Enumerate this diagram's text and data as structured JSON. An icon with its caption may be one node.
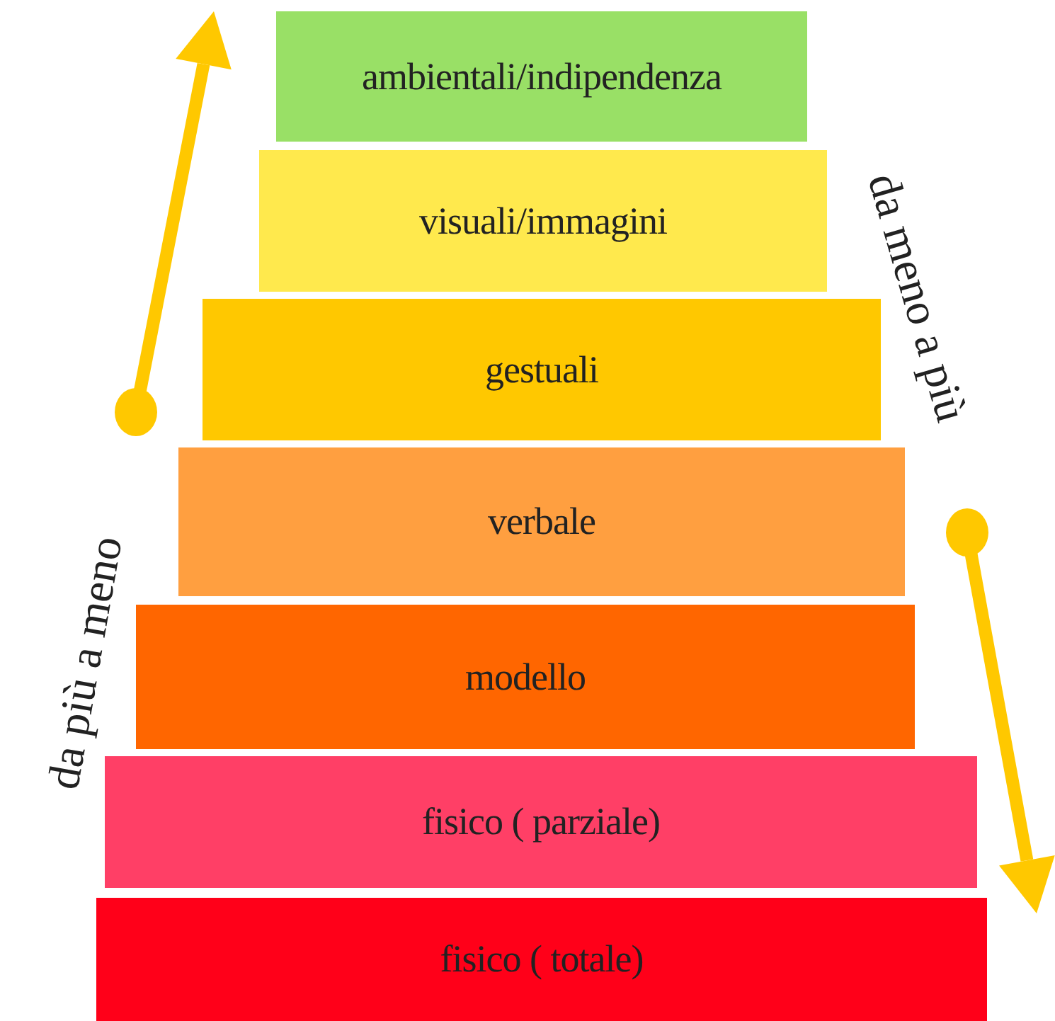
{
  "diagram": {
    "nodes": [
      {
        "text": [
          "ambientali/indipendenza"
        ]
      },
      {
        "text": [
          "visuali/immagini"
        ]
      },
      {
        "text": [
          "gestuali"
        ]
      },
      {
        "text": [
          "verbale"
        ]
      },
      {
        "text": [
          "modello"
        ]
      },
      {
        "text": [
          "fisico ( parziale)"
        ]
      },
      {
        "text": [
          "fisico ( totale)"
        ]
      }
    ],
    "labels": [
      "da meno a più",
      "da più a meno"
    ]
  }
}
